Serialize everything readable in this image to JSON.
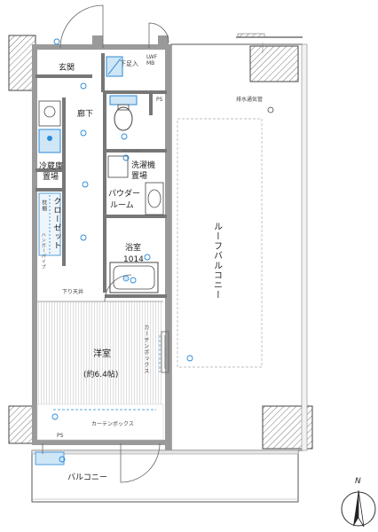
{
  "rooms": {
    "entrance": "玄関",
    "shoe_closet": "下足入",
    "hallway": "廊下",
    "washer_space_1": "洗濯機",
    "washer_space_2": "置場",
    "fridge_space_1": "冷蔵庫",
    "fridge_space_2": "置場",
    "closet": "クローゼット",
    "powder_room_1": "パウダー",
    "powder_room_2": "ルーム",
    "bathroom": "浴室",
    "bathroom_size": "1014",
    "western_room": "洋室",
    "western_room_area": "(約6.4帖)",
    "roof_balcony": "ルーフバルコニー",
    "balcony": "バルコニー"
  },
  "annotations": {
    "lwf_mb": "LWF\nMB",
    "ps_top": "PS",
    "ps_bottom": "PS",
    "drain": "排水通気管",
    "ceiling_drop": "下り天井",
    "curtain_box_side": "カーテンボックス",
    "curtain_box_bottom": "カーテンボックス",
    "closet_shelf": "枕棚",
    "closet_hanger": "ハンガーパイプ",
    "compass_north": "N"
  },
  "colors": {
    "wall": "#9a9a9a",
    "line": "#333333",
    "fixture_blue": "#2a8ad8",
    "fixture_fill": "#cfe6f7",
    "door": "#666666"
  }
}
